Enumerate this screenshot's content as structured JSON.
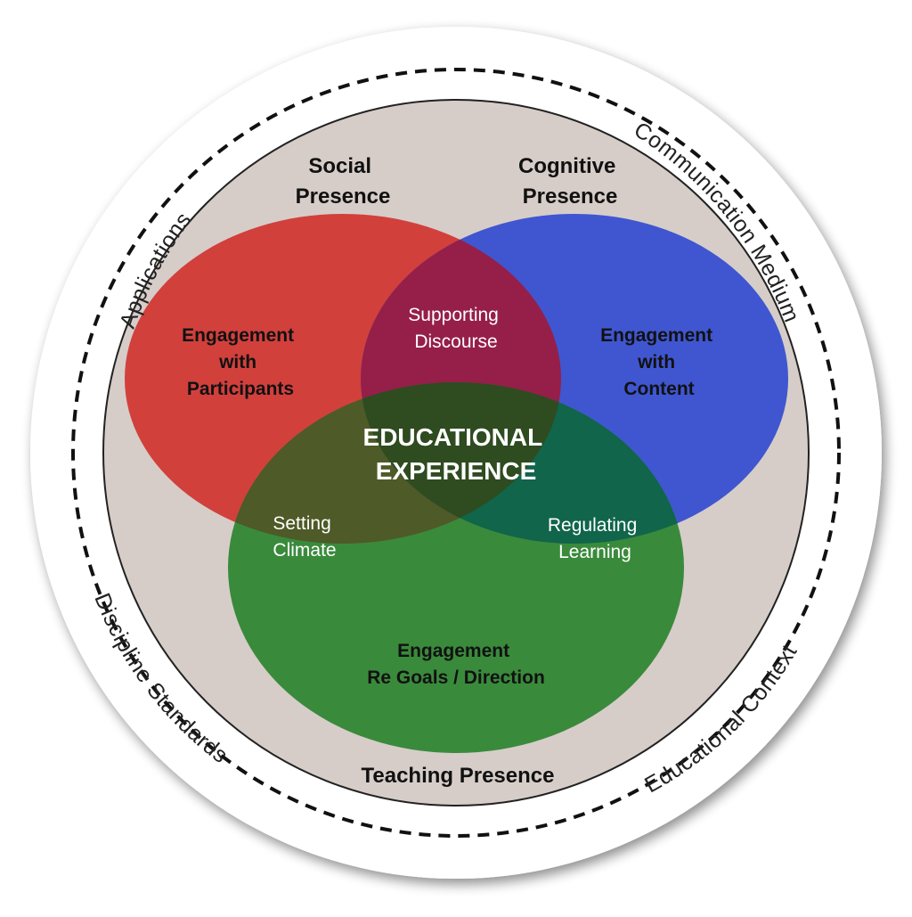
{
  "context": {
    "applications": "Applications",
    "communication_medium": "Communication Medium",
    "discipline_standards": "Discipline Standards",
    "educational_context": "Educational Context"
  },
  "presences": {
    "social": [
      "Social",
      "Presence"
    ],
    "cognitive": [
      "Cognitive",
      "Presence"
    ],
    "teaching": "Teaching Presence"
  },
  "regions": {
    "engagement_participants": [
      "Engagement",
      "with",
      "Participants"
    ],
    "engagement_content": [
      "Engagement",
      "with",
      "Content"
    ],
    "engagement_goals": [
      "Engagement",
      "Re Goals / Direction"
    ],
    "supporting_discourse": [
      "Supporting",
      "Discourse"
    ],
    "setting_climate": [
      "Setting",
      "Climate"
    ],
    "regulating_learning": [
      "Regulating",
      "Learning"
    ],
    "educational_experience": [
      "EDUCATIONAL",
      "EXPERIENCE"
    ]
  },
  "colors": {
    "social": "#d2403c",
    "cognitive": "#3f56d0",
    "teaching": "#3a8a3c",
    "background_disc": "#d6cdc9"
  }
}
